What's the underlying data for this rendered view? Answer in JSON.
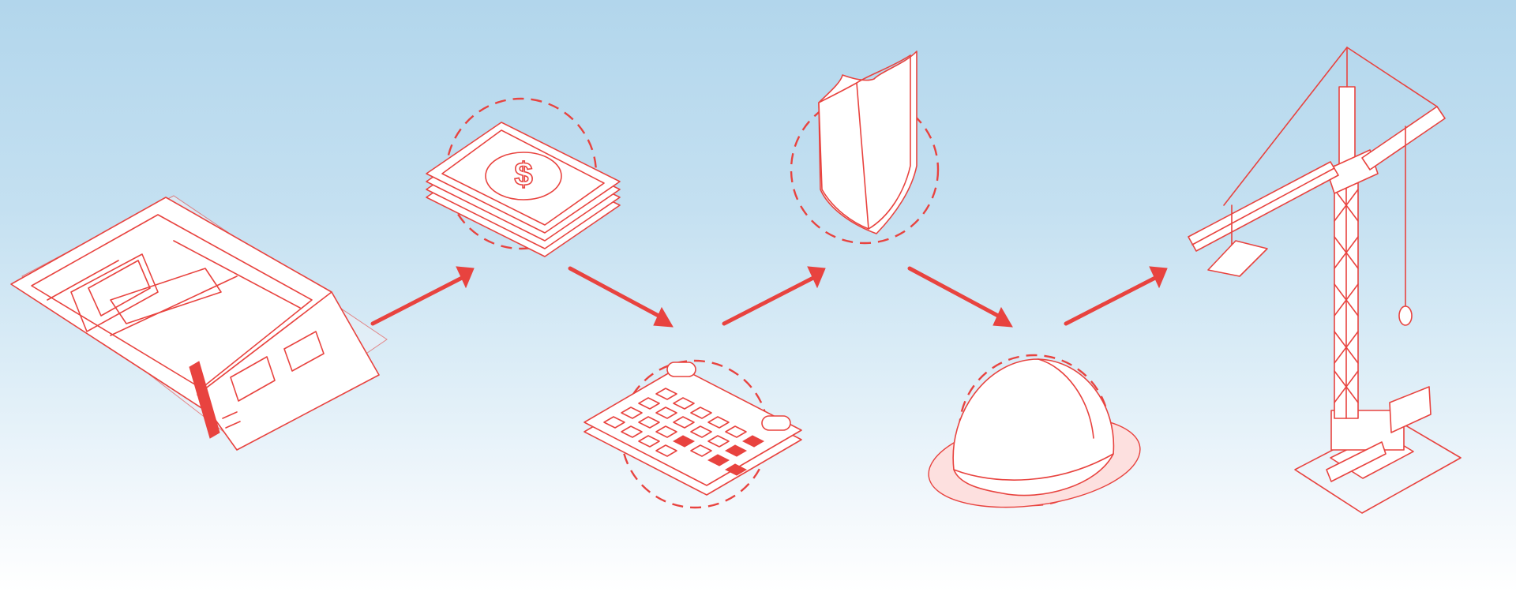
{
  "colors": {
    "accent": "#e8433f",
    "background_top": "#b2d6ec",
    "background_bottom": "#ffffff"
  },
  "steps": [
    {
      "id": "blueprint",
      "icon": "blueprint-plan-icon"
    },
    {
      "id": "money",
      "icon": "money-stack-icon"
    },
    {
      "id": "calendar",
      "icon": "calendar-icon"
    },
    {
      "id": "shield",
      "icon": "shield-icon"
    },
    {
      "id": "helmet",
      "icon": "hard-hat-icon"
    },
    {
      "id": "crane",
      "icon": "tower-crane-icon"
    }
  ],
  "connectors": [
    {
      "from": "blueprint",
      "to": "money",
      "icon": "arrow-up-right-icon"
    },
    {
      "from": "money",
      "to": "calendar",
      "icon": "arrow-down-right-icon"
    },
    {
      "from": "calendar",
      "to": "shield",
      "icon": "arrow-up-right-icon"
    },
    {
      "from": "shield",
      "to": "helmet",
      "icon": "arrow-down-right-icon"
    },
    {
      "from": "helmet",
      "to": "crane",
      "icon": "arrow-up-right-icon"
    }
  ]
}
